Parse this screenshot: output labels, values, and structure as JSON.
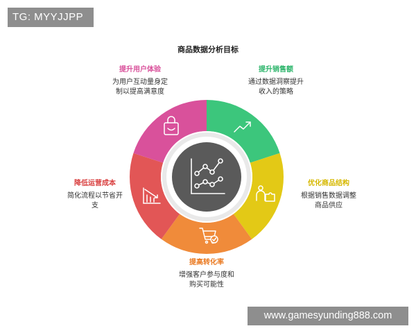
{
  "watermark_top": "TG: MYYJJPP",
  "watermark_bottom": "www.gamesyunding888.com",
  "title": "商品数据分析目标",
  "segments": [
    {
      "id": "user-experience",
      "color": "#d9519b",
      "icon": "shopping-bag-icon",
      "label": "提升用户体验",
      "desc_lines": [
        "为用户互动量身定",
        "制以提高满意度"
      ],
      "label_color": "#d9519b"
    },
    {
      "id": "sales",
      "color": "#3cc67c",
      "icon": "trend-up-icon",
      "label": "提升销售额",
      "desc_lines": [
        "通过数据洞察提升",
        "收入的策略"
      ],
      "label_color": "#2db56b"
    },
    {
      "id": "product-structure",
      "color": "#e3c916",
      "icon": "puzzle-person-icon",
      "label": "优化商品结构",
      "desc_lines": [
        "根据销售数据调整",
        "商品供应"
      ],
      "label_color": "#d6b800"
    },
    {
      "id": "conversion",
      "color": "#f08b3a",
      "icon": "cart-check-icon",
      "label": "提高转化率",
      "desc_lines": [
        "增强客户参与度和",
        "购买可能性"
      ],
      "label_color": "#ea7a22"
    },
    {
      "id": "cost",
      "color": "#e25656",
      "icon": "chart-down-icon",
      "label": "降低运营成本",
      "desc_lines": [
        "简化流程以节省开",
        "支"
      ],
      "label_color": "#d94040"
    }
  ],
  "center": {
    "icon": "line-chart-icon",
    "color": "#5a5a5a"
  },
  "gap_color": "#e9e9e9"
}
